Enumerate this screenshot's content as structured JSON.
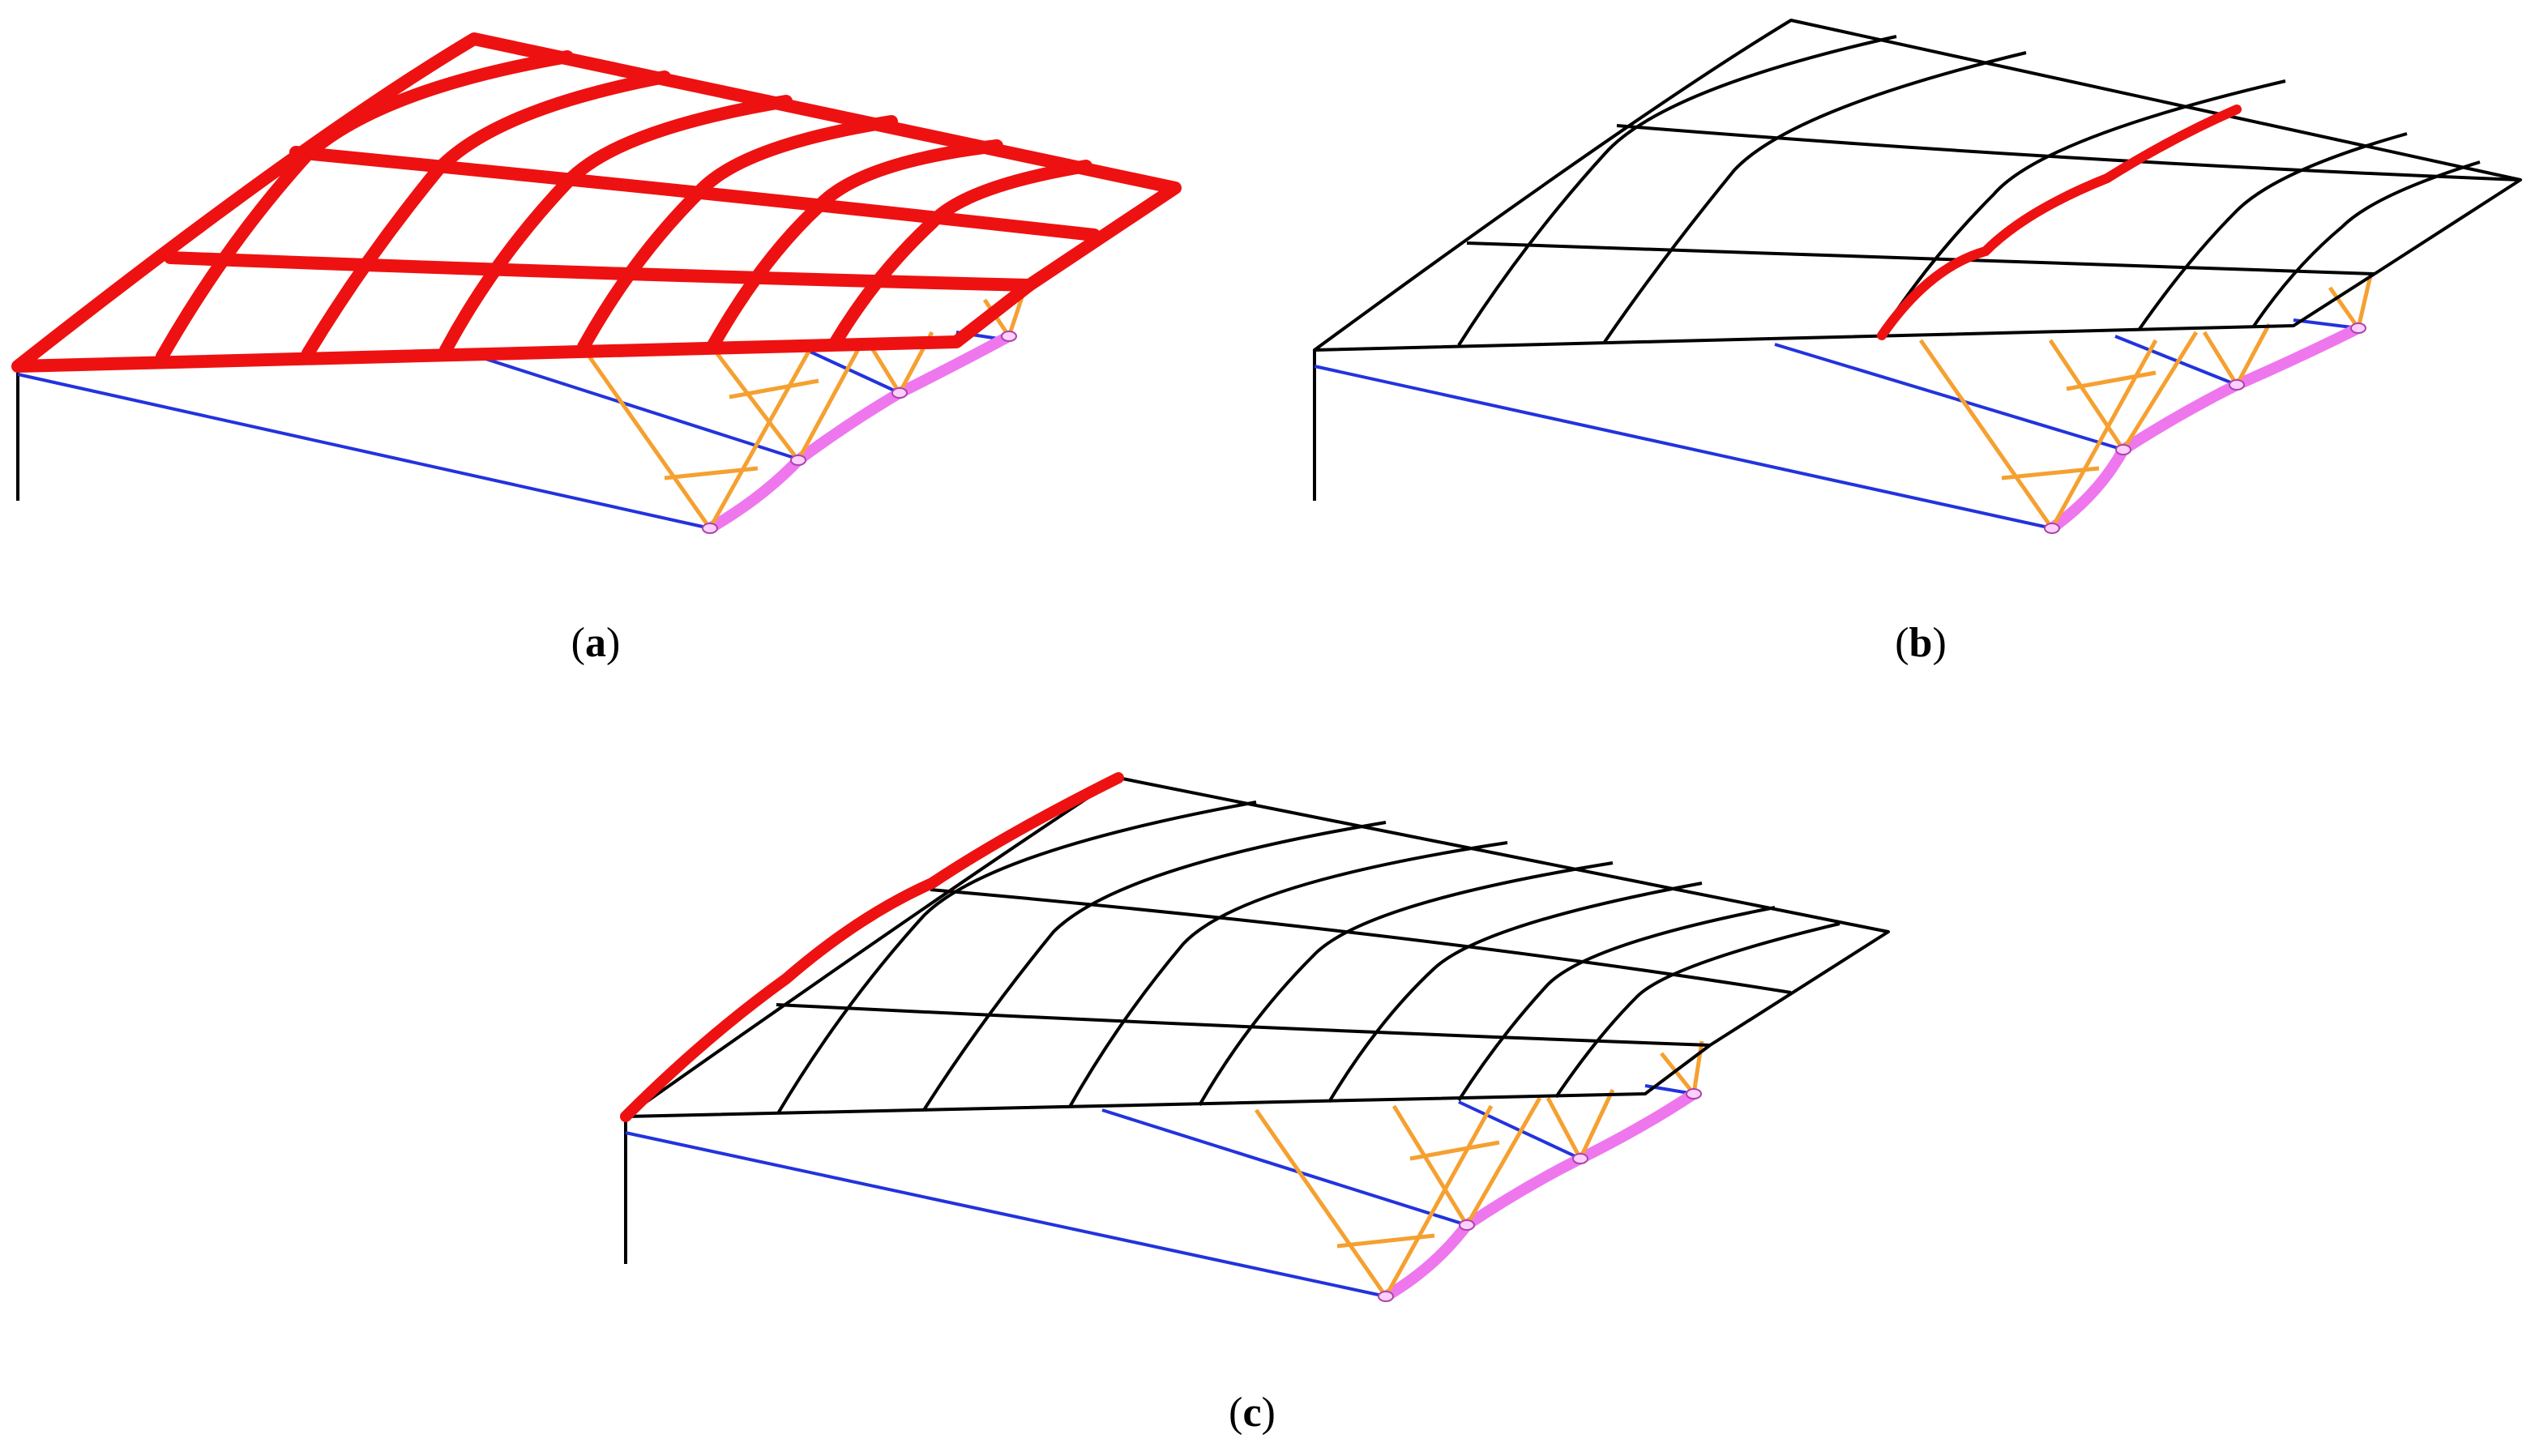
{
  "panels": [
    {
      "id": "a",
      "label_open": "(",
      "label_letter": "a",
      "label_close": ")",
      "highlight": "all-beams"
    },
    {
      "id": "b",
      "label_open": "(",
      "label_letter": "b",
      "label_close": ")",
      "highlight": "middle-purlin-line"
    },
    {
      "id": "c",
      "label_open": "(",
      "label_letter": "c",
      "label_close": ")",
      "highlight": "left-edge-beam"
    }
  ],
  "colors": {
    "background": "#ffffff",
    "beam_highlight": "#ee1111",
    "beam_default": "#000000",
    "tie_cable": "#2233dd",
    "strut_branches": "#f5a030",
    "bottom_chord": "#ee77ee",
    "column": "#000000"
  }
}
